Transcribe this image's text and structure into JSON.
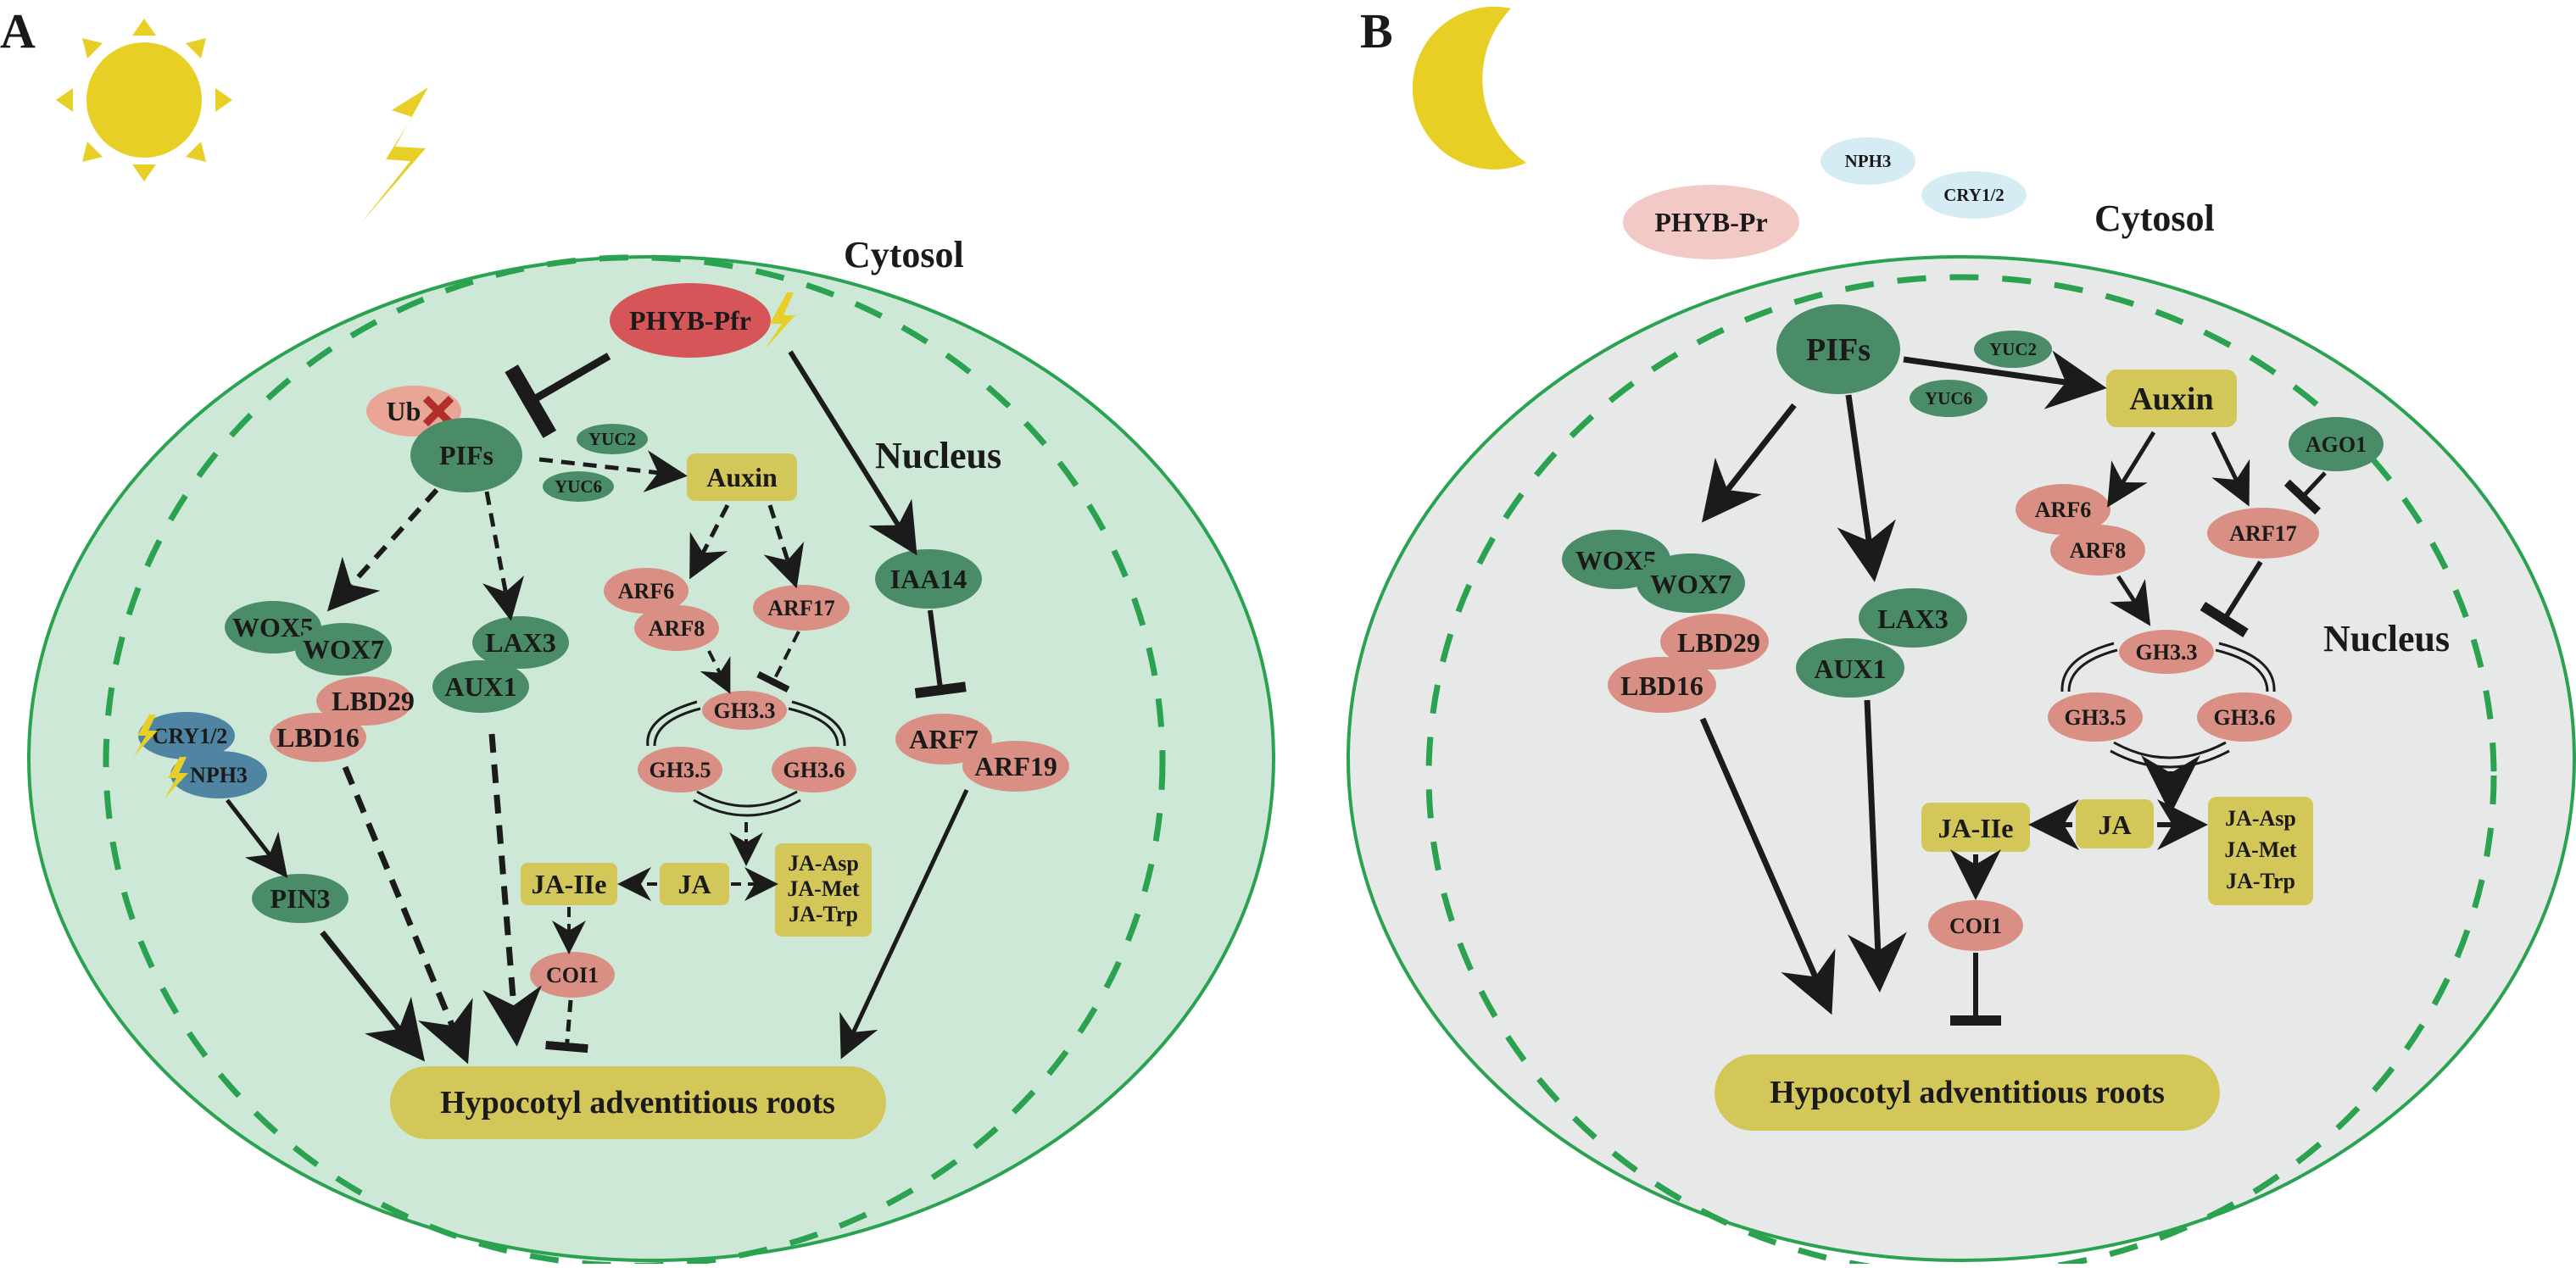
{
  "panels": {
    "A": {
      "label": "A",
      "cytosol": "Cytosol",
      "nucleus": "Nucleus",
      "phyb": "PHYB-Pfr",
      "ub": "Ub",
      "pifs": "PIFs",
      "yuc2": "YUC2",
      "yuc6": "YUC6",
      "auxin": "Auxin",
      "arf6": "ARF6",
      "arf8": "ARF8",
      "arf17": "ARF17",
      "iaa14": "IAA14",
      "wox5": "WOX5",
      "wox7": "WOX7",
      "lax3": "LAX3",
      "aux1": "AUX1",
      "lbd29": "LBD29",
      "lbd16": "LBD16",
      "cry": "CRY1/2",
      "nph3": "NPH3",
      "pin3": "PIN3",
      "gh33": "GH3.3",
      "gh35": "GH3.5",
      "gh36": "GH3.6",
      "arf7": "ARF7",
      "arf19": "ARF19",
      "jaile": "JA-IIe",
      "ja": "JA",
      "ja_asp": "JA-Asp",
      "ja_met": "JA-Met",
      "ja_trp": "JA-Trp",
      "coi1": "COI1",
      "roots": "Hypocotyl adventitious roots"
    },
    "B": {
      "label": "B",
      "cytosol": "Cytosol",
      "nucleus": "Nucleus",
      "phyb": "PHYB-Pr",
      "nph3": "NPH3",
      "cry": "CRY1/2",
      "pifs": "PIFs",
      "yuc2": "YUC2",
      "yuc6": "YUC6",
      "auxin": "Auxin",
      "ago1": "AGO1",
      "arf6": "ARF6",
      "arf8": "ARF8",
      "arf17": "ARF17",
      "wox5": "WOX5",
      "wox7": "WOX7",
      "lax3": "LAX3",
      "aux1": "AUX1",
      "lbd29": "LBD29",
      "lbd16": "LBD16",
      "gh33": "GH3.3",
      "gh35": "GH3.5",
      "gh36": "GH3.6",
      "jaile": "JA-IIe",
      "ja": "JA",
      "ja_asp": "JA-Asp",
      "ja_met": "JA-Met",
      "ja_trp": "JA-Trp",
      "coi1": "COI1",
      "roots": "Hypocotyl adventitious roots"
    }
  },
  "colors": {
    "cell_a_fill": "#cde8d6",
    "cell_b_fill": "#e7e9e8",
    "membrane_dash": "#2aa24f",
    "green_node": "#4a8c68",
    "pink_node": "#d98f83",
    "red_node": "#d65559",
    "blue_node": "#4f84a3",
    "yellow_box": "#d4c75a",
    "sun": "#e8cf25",
    "ub_node": "#e9a696",
    "ub_cross": "#b2302c",
    "faint_blue": "#d6ecf5",
    "faint_pink": "#f2c9c5",
    "arrow": "#1b1b1b"
  },
  "icons": [
    "sun-icon",
    "lightning-icon",
    "moon-icon"
  ]
}
